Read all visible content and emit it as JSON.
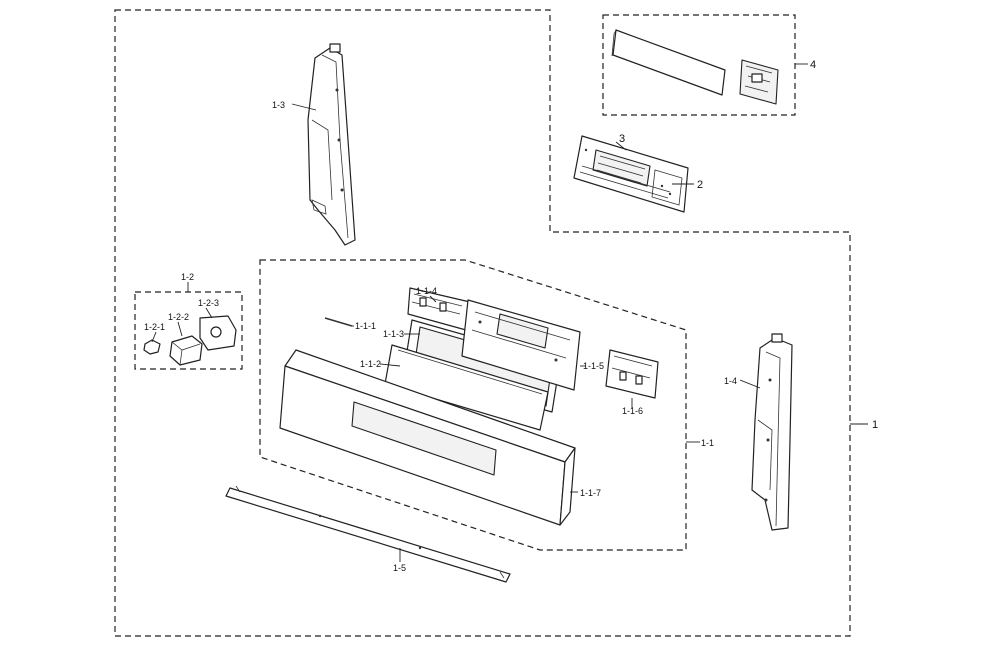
{
  "labels": {
    "l1": "1",
    "l1_1": "1-1",
    "l1_1_1": "1-1-1",
    "l1_1_2": "1-1-2",
    "l1_1_3": "1-1-3",
    "l1_1_4": "1-1-4",
    "l1_1_5": "1-1-5",
    "l1_1_6": "1-1-6",
    "l1_1_7": "1-1-7",
    "l1_2": "1-2",
    "l1_2_1": "1-2-1",
    "l1_2_2": "1-2-2",
    "l1_2_3": "1-2-3",
    "l1_3": "1-3",
    "l1_4": "1-4",
    "l1_5": "1-5",
    "l2": "2",
    "l3": "3",
    "l4": "4"
  }
}
